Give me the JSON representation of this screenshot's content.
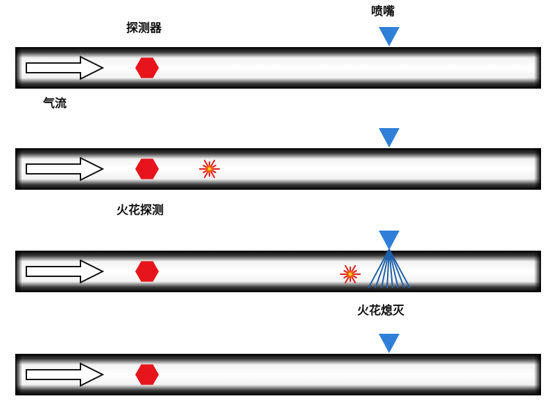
{
  "labels": {
    "detector": "探测器",
    "nozzle": "喷嘴",
    "airflow": "气流",
    "spark_detection": "火花探测",
    "spark_extinguish": "火花熄灭"
  },
  "colors": {
    "duct_wall": "#000000",
    "duct_interior": "#ffffff",
    "detector": "#e8141b",
    "nozzle": "#2f7fd8",
    "spray": "#1e5fa8",
    "spark_core": "#f05a00",
    "spark_ray": "#e8242b",
    "airflow_arrow": "#ffffff"
  },
  "icons": {
    "detector": "red-hexagon",
    "nozzle": "blue-inverted-triangle",
    "spark": "spark-burst",
    "airflow": "hollow-right-arrow",
    "spray": "water-spray-fan"
  },
  "stages": [
    {
      "spark": false,
      "spray": false
    },
    {
      "spark": true,
      "spray": false
    },
    {
      "spark": true,
      "spray": true
    },
    {
      "spark": false,
      "spray": false
    }
  ]
}
